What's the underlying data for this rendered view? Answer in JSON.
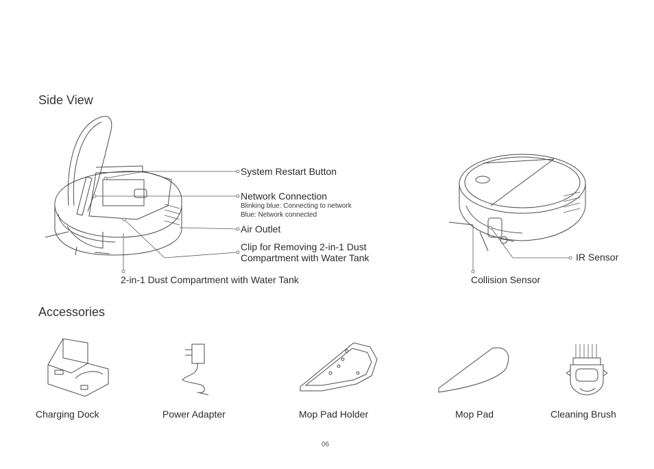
{
  "side_view": {
    "heading": "Side View",
    "callouts": {
      "system_restart": "System Restart Button",
      "network_connection": "Network Connection",
      "network_blue_blinking": "Blinking blue: Connecting to network",
      "network_blue": "Blue: Network connected",
      "air_outlet": "Air Outlet",
      "clip_line1": "Clip for Removing 2-in-1 Dust",
      "clip_line2": "Compartment with Water Tank",
      "dust_compartment": "2-in-1 Dust Compartment with Water Tank",
      "ir_sensor": "IR Sensor",
      "collision_sensor": "Collision Sensor"
    }
  },
  "accessories": {
    "heading": "Accessories",
    "items": [
      {
        "label": "Charging Dock",
        "icon": "charging-dock-icon"
      },
      {
        "label": "Power Adapter",
        "icon": "power-adapter-icon"
      },
      {
        "label": "Mop Pad Holder",
        "icon": "mop-pad-holder-icon"
      },
      {
        "label": "Mop Pad",
        "icon": "mop-pad-icon"
      },
      {
        "label": "Cleaning Brush",
        "icon": "cleaning-brush-icon"
      }
    ]
  },
  "page_number": "06"
}
